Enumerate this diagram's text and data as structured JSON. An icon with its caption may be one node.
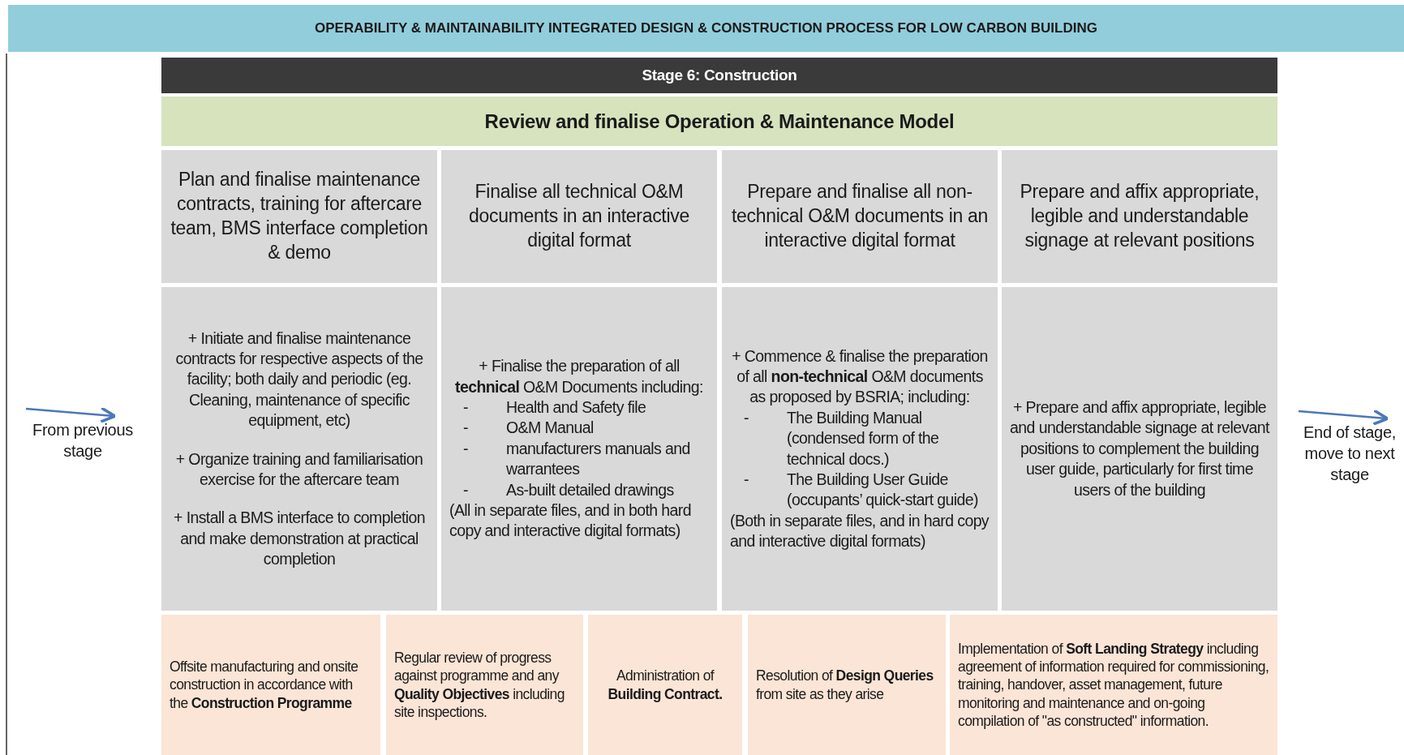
{
  "diagram": {
    "title": "OPERABILITY & MAINTAINABILITY INTEGRATED DESIGN & CONSTRUCTION PROCESS FOR LOW CARBON BUILDING",
    "nodes": [
      {
        "text": [
          "Stage 6: Construction"
        ]
      },
      {
        "text": [
          "Review and finalise Operation & Maintenance Model"
        ]
      },
      {
        "text": [
          "Plan and finalise maintenance contracts, training for aftercare team, BMS interface completion & demo"
        ]
      },
      {
        "text": [
          "Finalise all technical O&M documents in an interactive digital format"
        ]
      },
      {
        "text": [
          "Prepare and finalise all non-technical O&M documents in an interactive digital format"
        ]
      },
      {
        "text": [
          "Prepare and affix appropriate, legible and understandable signage at relevant positions"
        ]
      },
      {
        "text": [
          "+ Initiate and finalise maintenance contracts for respective aspects of the facility; both daily and periodic (eg. Cleaning, maintenance of specific equipment, etc)",
          "+ Organize training and familiarisation exercise for the aftercare team",
          "+ Install a BMS interface to completion and make demonstration at practical completion"
        ]
      },
      {
        "text": [
          "+ Finalise the preparation of all **technical** O&M Documents including:",
          "-",
          "Health and Safety file",
          "-",
          "O&M Manual",
          "-",
          "manufacturers manuals and warrantees",
          "-",
          "As-built detailed drawings",
          "(All in separate files, and in both hard copy and interactive digital formats)"
        ]
      },
      {
        "text": [
          "+ Commence & finalise the preparation of all **non-technical** O&M documents as proposed by BSRIA; including:",
          "-",
          "The Building Manual (condensed form of the technical docs.)",
          "-",
          "The Building User Guide (occupants’ quick-start guide)",
          "(Both in separate files, and in hard copy and interactive digital formats)"
        ]
      },
      {
        "text": [
          "+ Prepare and affix appropriate, legible and understandable signage at relevant positions to complement the building user guide, particularly for first time users of the building"
        ]
      },
      {
        "text": [
          "Offsite manufacturing and onsite construction in accordance with the **Construction Programme**"
        ]
      },
      {
        "text": [
          "Regular review of progress against programme and any **Quality Objectives** including site inspections."
        ]
      },
      {
        "text": [
          "Administration of **Building Contract.**"
        ]
      },
      {
        "text": [
          "Resolution of **Design Queries** from site as they arise"
        ]
      },
      {
        "text": [
          "Implementation of **Soft Landing Strategy** including agreement of information required for commissioning, training, handover, asset management, future monitoring and maintenance and on-going compilation of \"as constructed\" information."
        ]
      },
      {
        "text": [
          "From previous stage"
        ]
      },
      {
        "text": [
          "End of stage, move to next stage"
        ]
      }
    ],
    "edges": [
      {
        "from": null,
        "to": 15,
        "arrow": "to",
        "color": "#4a78b8"
      },
      {
        "from": null,
        "to": 16,
        "arrow": "to",
        "color": "#4a78b8"
      }
    ]
  }
}
